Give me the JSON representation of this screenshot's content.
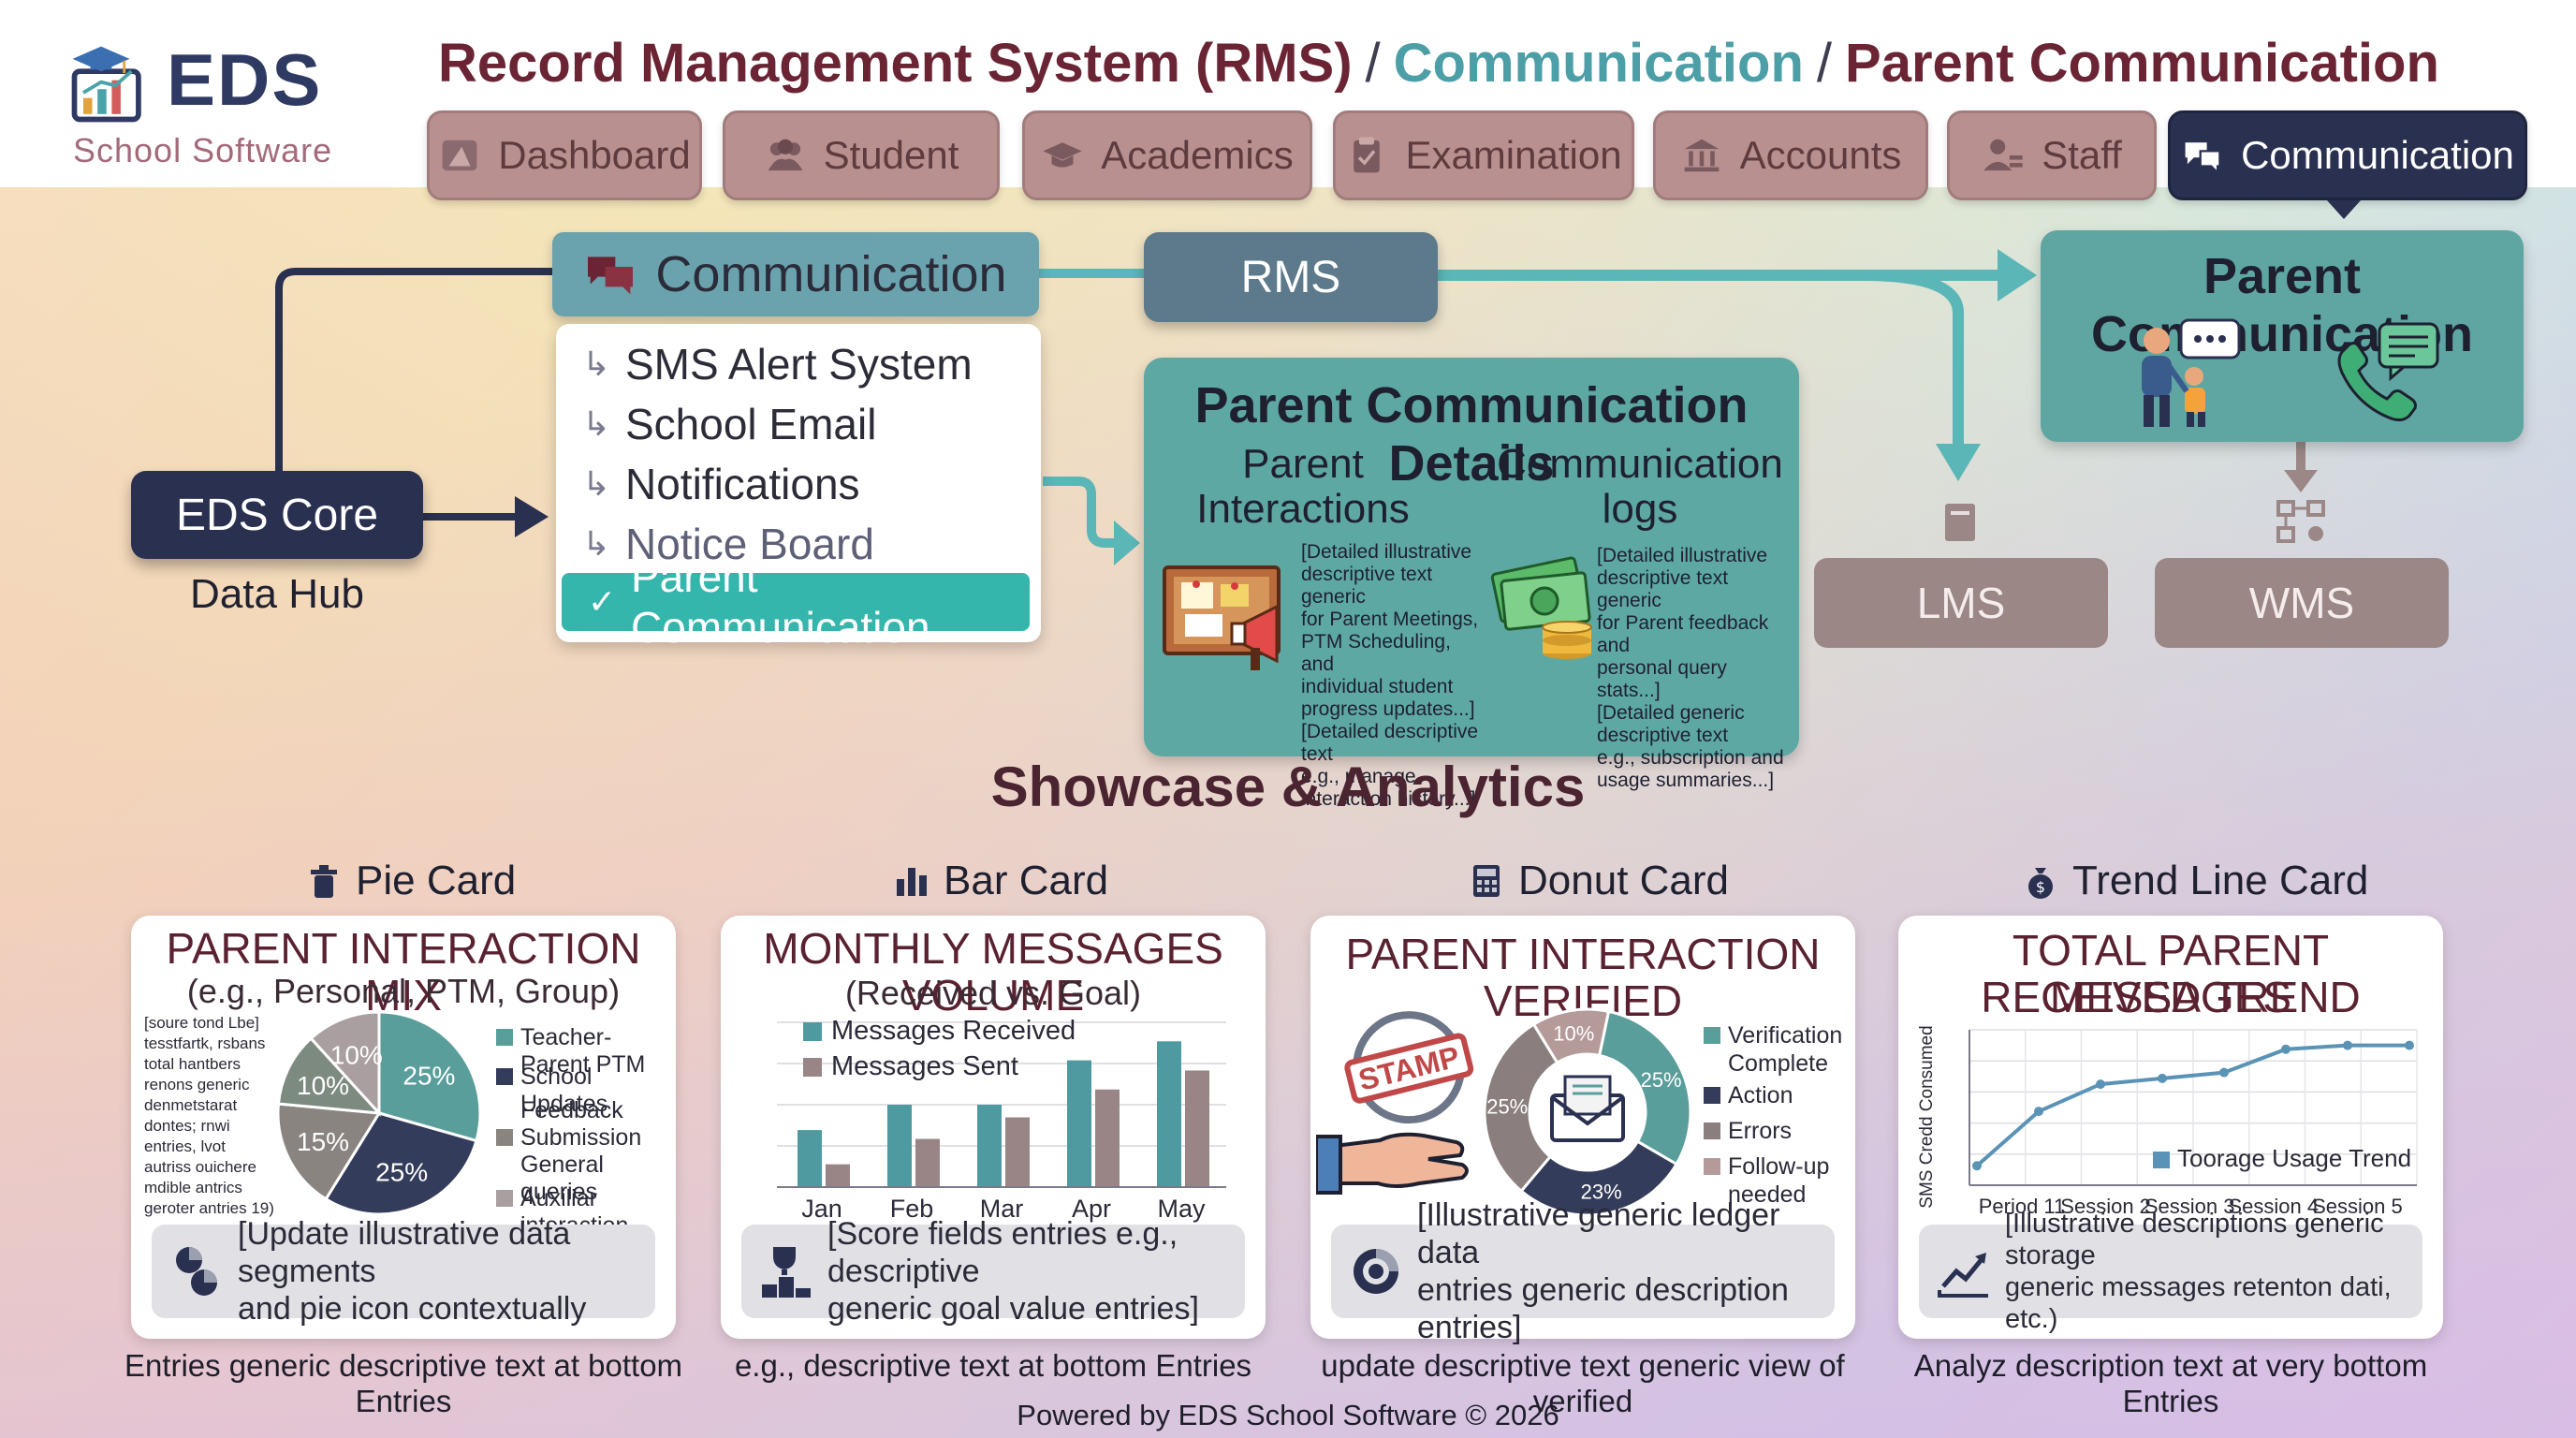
{
  "logo": {
    "name": "EDS",
    "subtitle": "School Software"
  },
  "breadcrumb": {
    "part1": "Record Management System (RMS)",
    "part2": "Communication",
    "part3": "Parent Communication",
    "sep": "/"
  },
  "nav": {
    "tabs": [
      {
        "label": "Dashboard",
        "icon": "dashboard-icon"
      },
      {
        "label": "Student",
        "icon": "users-icon"
      },
      {
        "label": "Academics",
        "icon": "graduation-cap-icon"
      },
      {
        "label": "Examination",
        "icon": "clipboard-icon"
      },
      {
        "label": "Accounts",
        "icon": "bank-icon"
      },
      {
        "label": "Staff",
        "icon": "staff-icon"
      },
      {
        "label": "Communication",
        "icon": "chat-bubbles-icon",
        "active": true
      }
    ]
  },
  "diagram": {
    "eds_core": "EDS Core",
    "data_hub": "Data Hub",
    "communication": "Communication",
    "menu": {
      "items": [
        {
          "label": "SMS Alert System"
        },
        {
          "label": "School Email"
        },
        {
          "label": "Notifications"
        },
        {
          "label": "Notice Board"
        },
        {
          "label": "Parent Communication",
          "active": true
        }
      ]
    },
    "rms": "RMS",
    "parent_communication": "Parent Communication",
    "lms": "LMS",
    "wms": "WMS",
    "details": {
      "title": "Parent Communication Details",
      "col1_title_a": "Parent",
      "col1_title_b": "Interactions",
      "col2_title_a": "Communication",
      "col2_title_b": "logs",
      "col1_text": [
        "[Detailed illustrative",
        "descriptive text generic",
        "for Parent Meetings,",
        "PTM Scheduling, and",
        "individual student",
        "progress updates...]",
        "[Detailed descriptive text",
        "e.g., manage",
        "interaction history...]"
      ],
      "col2_text": [
        "[Detailed illustrative",
        "descriptive text generic",
        "for Parent feedback and",
        "personal query stats...]",
        "[Detailed generic",
        "descriptive text",
        "e.g., subscription and",
        "usage summaries...]"
      ]
    },
    "colors": {
      "teal": "#5ea8a4",
      "navy": "#2a3050",
      "taupe": "#9b8786",
      "arrow": "#5bb6b7"
    }
  },
  "showcase": {
    "title": "Showcase & Analytics",
    "cards": [
      {
        "label": "Pie Card",
        "title": "PARENT INTERACTION MIX",
        "subtitle": "(e.g., Personal, PTM, Group)",
        "foot": [
          "[Update illustrative data segments",
          "and pie icon contextually"
        ],
        "below": "Entries generic descriptive text at bottom Entries",
        "notes": [
          "[soure tond Lbe]",
          "tesstfartk, rsbans",
          "total hantbers",
          "renons generic",
          "denmetstarat",
          "dontes; rnwi",
          "entries, lvot",
          "autriss ouichere",
          "mdible antrics",
          "geroter antries 19)"
        ]
      },
      {
        "label": "Bar Card",
        "title": "MONTHLY MESSAGES VOLUME",
        "subtitle": "(Received vs. Goal)",
        "foot": [
          "[Score fields entries e.g., descriptive",
          "generic goal value entries]"
        ],
        "below": "e.g., descriptive text at bottom Entries"
      },
      {
        "label": "Donut Card",
        "title": "PARENT INTERACTION VERIFIED",
        "stamp": "STAMP",
        "foot": [
          "[Illustrative generic ledger data",
          "entries generic description entries]"
        ],
        "below": "update descriptive text generic view of verified"
      },
      {
        "label": "Trend Line Card",
        "title_a": "TOTAL PARENT MESSAGES",
        "title_b": "RECEIVED TREND",
        "foot": [
          "[Illustrative descriptions generic storage",
          "generic messages retenton dati, etc.)"
        ],
        "below": "Analyz description text at very bottom Entries"
      }
    ]
  },
  "chart_data": [
    {
      "type": "pie",
      "labels": [
        "Teacher-Parent PTM",
        "School Updates",
        "Feedback Submission",
        "General queries",
        "Auxiliar interaction"
      ],
      "legend": [
        "Teacher-Parent PTM",
        "School Updates",
        "Feedback",
        "Submission",
        "General queries",
        "Auxiliar interaction"
      ],
      "values": [
        25,
        25,
        15,
        10,
        10
      ],
      "slice_labels": [
        "25%",
        "25%",
        "15%",
        "10%",
        "10%"
      ],
      "colors": [
        "#5a9e9b",
        "#333c5a",
        "#8a8480",
        "#7d8a80",
        "#a99fa0"
      ]
    },
    {
      "type": "bar",
      "categories": [
        "Jan",
        "Feb",
        "Mar",
        "Apr",
        "May"
      ],
      "series": [
        {
          "name": "Messages Received",
          "values": [
            45,
            65,
            65,
            100,
            115
          ],
          "color": "#4f9aa0"
        },
        {
          "name": "Messages Sent",
          "values": [
            18,
            38,
            55,
            77,
            92
          ],
          "color": "#9a8586"
        }
      ],
      "ylim": [
        0,
        130
      ]
    },
    {
      "type": "pie",
      "donut": true,
      "legend": [
        "Verification",
        "Complete",
        "Action",
        "Errors",
        "Follow-up",
        "needed"
      ],
      "labels": [
        "Verification Complete",
        "Action",
        "Errors",
        "Follow-up needed"
      ],
      "values": [
        25,
        23,
        25,
        10
      ],
      "slice_labels": [
        "25%",
        "23%",
        "25%",
        "10%"
      ],
      "colors": [
        "#5a9e9b",
        "#333c5a",
        "#8a7f7e",
        "#b59a9a"
      ]
    },
    {
      "type": "line",
      "categories": [
        "Period 11",
        "Session 2",
        "Session 3",
        "Session 4",
        "Session 5"
      ],
      "series": [
        {
          "name": "Toorage Usage Trend",
          "values": [
            10,
            38,
            52,
            55,
            58,
            70,
            72,
            72
          ],
          "color": "#5a93b5"
        }
      ],
      "ylabel": "SMS Credd Consumed",
      "ylim": [
        0,
        80
      ]
    }
  ]
}
